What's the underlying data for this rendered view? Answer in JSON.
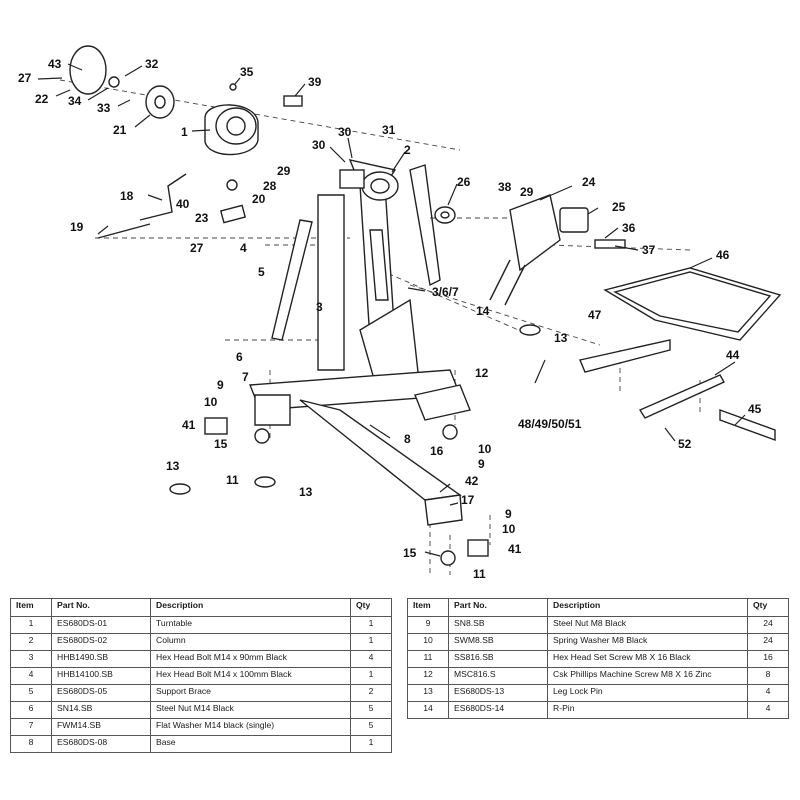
{
  "callouts": {
    "c43": "43",
    "c27a": "27",
    "c22": "22",
    "c34": "34",
    "c32": "32",
    "c33": "33",
    "c21": "21",
    "c35": "35",
    "c39": "39",
    "c1": "1",
    "c30a": "30",
    "c31": "31",
    "c30b": "30",
    "c2": "2",
    "c29a": "29",
    "c28": "28",
    "c20": "20",
    "c18": "18",
    "c40": "40",
    "c23": "23",
    "c27b": "27",
    "c19": "19",
    "c4": "4",
    "c5": "5",
    "c26": "26",
    "c38": "38",
    "c29b": "29",
    "c24": "24",
    "c25": "25",
    "c36": "36",
    "c37": "37",
    "c46": "46",
    "c367": "3/6/7",
    "c3": "3",
    "c14": "14",
    "c13a": "13",
    "c47": "47",
    "c44": "44",
    "c6": "6",
    "c7": "7",
    "c12": "12",
    "c9a": "9",
    "c10a": "10",
    "c41a": "41",
    "c15a": "15",
    "c8": "8",
    "c16": "16",
    "c10b": "10",
    "c9b": "9",
    "c48": "48/49/50/51",
    "c45": "45",
    "c52": "52",
    "c13b": "13",
    "c11a": "11",
    "c13c": "13",
    "c42": "42",
    "c17": "17",
    "c9c": "9",
    "c10c": "10",
    "c15b": "15",
    "c41b": "41",
    "c11b": "11"
  },
  "parts_table": {
    "headers": {
      "item": "Item",
      "part_no": "Part No.",
      "description": "Description",
      "qty": "Qty"
    },
    "left": [
      {
        "item": "1",
        "part_no": "ES680DS-01",
        "description": "Turntable",
        "qty": "1"
      },
      {
        "item": "2",
        "part_no": "ES680DS-02",
        "description": "Column",
        "qty": "1"
      },
      {
        "item": "3",
        "part_no": "HHB1490.SB",
        "description": "Hex Head Bolt M14 x 90mm Black",
        "qty": "4"
      },
      {
        "item": "4",
        "part_no": "HHB14100.SB",
        "description": "Hex Head Bolt M14 x 100mm Black",
        "qty": "1"
      },
      {
        "item": "5",
        "part_no": "ES680DS-05",
        "description": "Support Brace",
        "qty": "2"
      },
      {
        "item": "6",
        "part_no": "SN14.SB",
        "description": "Steel Nut M14 Black",
        "qty": "5"
      },
      {
        "item": "7",
        "part_no": "FWM14.SB",
        "description": "Flat Washer M14 black (single)",
        "qty": "5"
      },
      {
        "item": "8",
        "part_no": "ES680DS-08",
        "description": "Base",
        "qty": "1"
      }
    ],
    "right": [
      {
        "item": "9",
        "part_no": "SN8.SB",
        "description": "Steel Nut M8 Black",
        "qty": "24"
      },
      {
        "item": "10",
        "part_no": "SWM8.SB",
        "description": "Spring Washer M8 Black",
        "qty": "24"
      },
      {
        "item": "11",
        "part_no": "SS816.SB",
        "description": "Hex Head Set Screw M8 X 16 Black",
        "qty": "16"
      },
      {
        "item": "12",
        "part_no": "MSC816.S",
        "description": "Csk Phillips Machine Screw M8 X 16 Zinc",
        "qty": "8"
      },
      {
        "item": "13",
        "part_no": "ES680DS-13",
        "description": "Leg Lock Pin",
        "qty": "4"
      },
      {
        "item": "14",
        "part_no": "ES680DS-14",
        "description": "R-Pin",
        "qty": "4"
      }
    ]
  }
}
